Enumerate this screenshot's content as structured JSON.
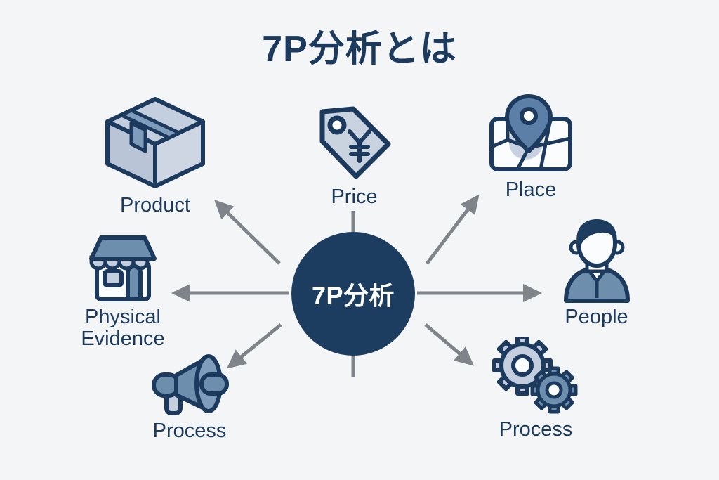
{
  "page": {
    "background_color": "#f4f5f6",
    "accent_dark": "#1c3a5e",
    "accent_mid": "#5b7fa6",
    "accent_light": "#c3cede",
    "arrow_color": "#7e8489"
  },
  "title": "7P分析とは",
  "center": {
    "label": "7P分析",
    "fill": "#1c3d60",
    "text_color": "#ffffff"
  },
  "nodes": [
    {
      "id": "product",
      "label": "Product",
      "icon": "box-icon"
    },
    {
      "id": "price",
      "label": "Price",
      "icon": "price-tag-yen-icon"
    },
    {
      "id": "place",
      "label": "Place",
      "icon": "map-pin-icon"
    },
    {
      "id": "people",
      "label": "People",
      "icon": "person-icon"
    },
    {
      "id": "process_r",
      "label": "Process",
      "icon": "gears-icon"
    },
    {
      "id": "process_l",
      "label": "Process",
      "icon": "megaphone-icon"
    },
    {
      "id": "physical",
      "label": "Physical\nEvidence",
      "icon": "storefront-icon"
    }
  ],
  "arrows": [
    {
      "name": "arrow-to-product",
      "direction": "up-left"
    },
    {
      "name": "arrow-to-price",
      "direction": "up"
    },
    {
      "name": "arrow-to-place",
      "direction": "up-right"
    },
    {
      "name": "arrow-to-people",
      "direction": "right"
    },
    {
      "name": "arrow-to-process-right",
      "direction": "down-right"
    },
    {
      "name": "arrow-to-process-left",
      "direction": "down-left"
    },
    {
      "name": "arrow-to-physical-evidence",
      "direction": "left"
    },
    {
      "name": "arrow-stub-down",
      "direction": "down"
    }
  ]
}
